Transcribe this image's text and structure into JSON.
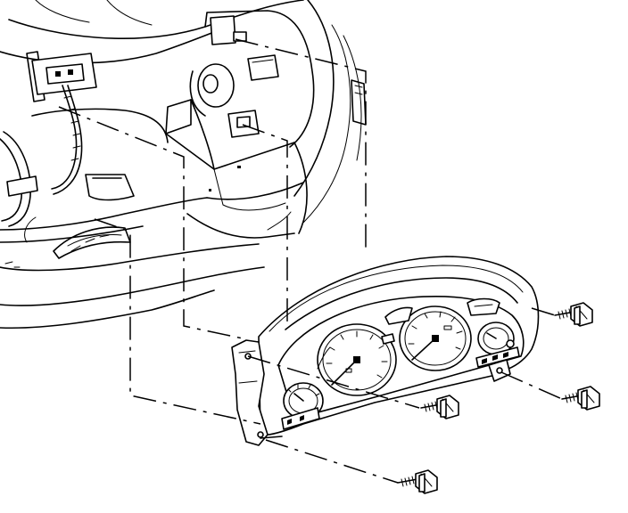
{
  "figure": {
    "parts": [
      {
        "name": "instrument-panel-dash-carrier",
        "label": ""
      },
      {
        "name": "instrument-cluster",
        "label": ""
      },
      {
        "name": "cluster-mounting-screw",
        "count": 4,
        "label": ""
      }
    ],
    "colors": {
      "line": "#000000",
      "background": "#ffffff"
    },
    "line_style": "dash-dot leader lines from cluster mounting points to dash openings"
  }
}
